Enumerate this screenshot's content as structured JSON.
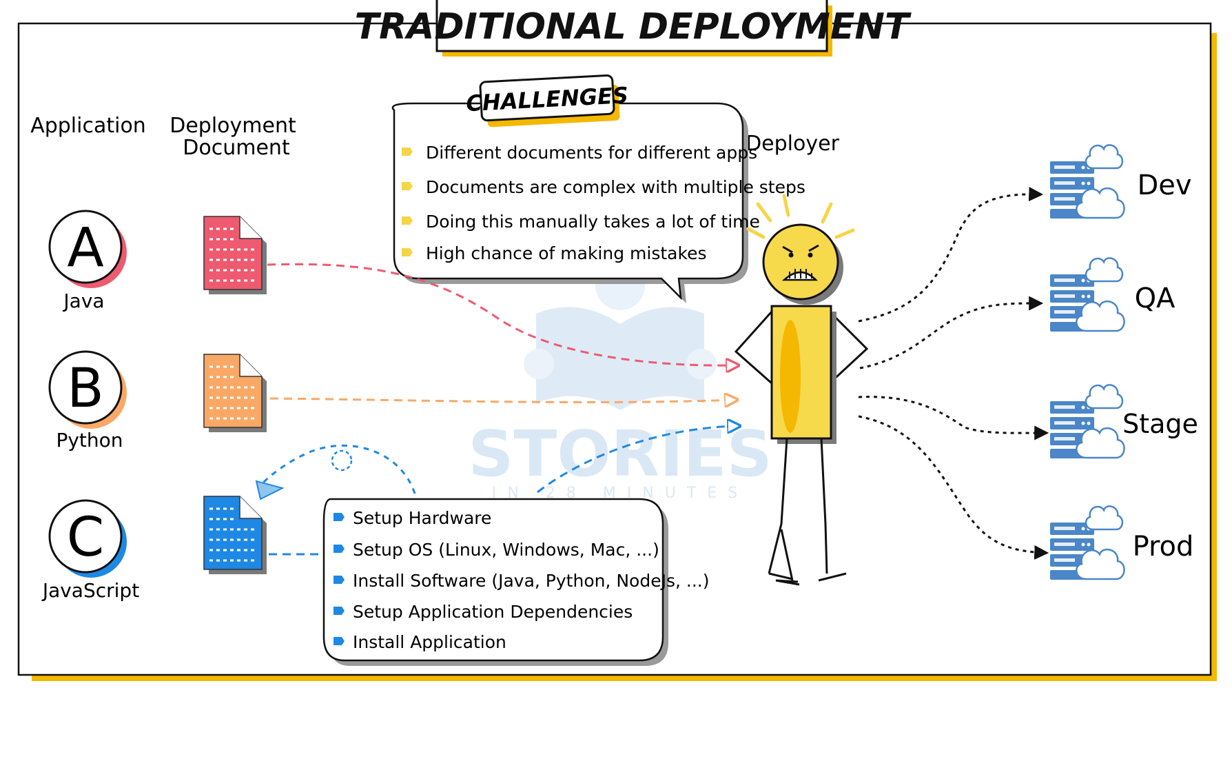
{
  "title": "TRADITIONAL DEPLOYMENT",
  "headers": {
    "application": "Application",
    "deployment_document_line1": "Deployment",
    "deployment_document_line2": "Document",
    "deployer": "Deployer"
  },
  "apps": [
    {
      "letter": "A",
      "name": "Java",
      "color": "#ee5a6f"
    },
    {
      "letter": "B",
      "name": "Python",
      "color": "#f9a866"
    },
    {
      "letter": "C",
      "name": "JavaScript",
      "color": "#1e88e5"
    }
  ],
  "challenges": {
    "title": "CHALLENGES",
    "items": [
      "Different documents for different apps",
      "Documents are complex with multiple steps",
      "Doing this manually takes a lot of time",
      "High chance of making mistakes"
    ]
  },
  "steps": [
    "Setup Hardware",
    "Setup OS (Linux, Windows, Mac, ...)",
    "Install Software (Java, Python, NodeJs, ...)",
    "Setup Application Dependencies",
    "Install Application"
  ],
  "environments": [
    "Dev",
    "QA",
    "Stage",
    "Prod"
  ],
  "watermark": {
    "line1": "STORIES",
    "line2": "IN 28 MINUTES"
  },
  "colors": {
    "accent_yellow": "#f5b800",
    "deployer_body": "#f7d94c",
    "server_blue": "#4a86c8",
    "bullet_yellow": "#f5d547",
    "bullet_blue": "#1e88e5"
  },
  "icons": [
    "document-icon",
    "server-icon",
    "cloud-icon",
    "angry-deployer-figure",
    "circle-icon"
  ]
}
